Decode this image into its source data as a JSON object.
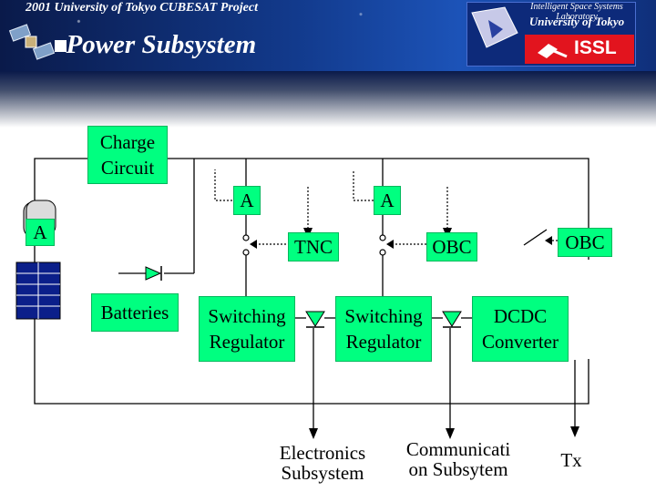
{
  "header": {
    "project": "2001 University of Tokyo CUBESAT Project",
    "title": "Power Subsystem",
    "lab": "Intelligent Space Systems Laboratory",
    "university": "University of Tokyo",
    "logo": "ISSL"
  },
  "diagram": {
    "charge_circuit": "Charge Circuit",
    "ammeter": "A",
    "batteries": "Batteries",
    "tnc": "TNC",
    "obc": "OBC",
    "regulator_1": "Switching Regulator",
    "regulator_2": "Switching Regulator",
    "dcdc": "DCDC Converter",
    "electronics": "Electronics Subsystem",
    "communication": "Communicati on Subsytem",
    "tx": "Tx"
  },
  "icons": [
    "satellite-icon",
    "solar-panel-icon",
    "diode-icon",
    "switch-icon",
    "arrow-icon"
  ],
  "colors": {
    "block_fill": "#00ff80",
    "header_blue": "#123a8c",
    "logo_red": "#e2141e"
  }
}
